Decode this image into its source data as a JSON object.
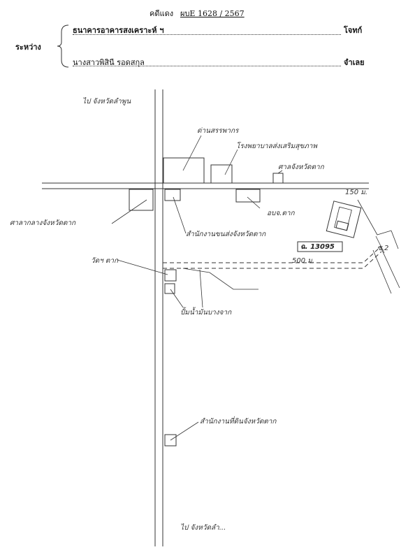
{
  "header": {
    "case_prefix": "คดีแดง",
    "case_number": "ผบE 1628 / 2567",
    "between_label": "ระหว่าง",
    "plaintiff_name": "ธนาคารอาคารสงเคราะห์ ฯ",
    "plaintiff_role": "โจทก์",
    "defendant_name": "นางสาวพิสินี รอดสกุล",
    "defendant_role": "จำเลย"
  },
  "map": {
    "label_to_upper": "ไป จังหวัดลำพูน",
    "label_to_lower": "ไป จังหวัดลำ...",
    "landmark_top_right_1": "ด่านสรรพากร",
    "landmark_hospital": "โรงพยาบาลส่งเสริมสุขภาพ",
    "landmark_municipal": "ศาลจังหวัดตาก",
    "landmark_left_hall": "ศาลากลางจังหวัดตาก",
    "landmark_district": "อบจ.ตาก",
    "landmark_office": "สำนักงานขนส่งจังหวัดตาก",
    "parcel_label": "ฉ. 13095",
    "distance_label": "500 ม.",
    "distance_top": "150 ม.",
    "road_tag": "ซ.2",
    "landmark_temple": "วัดฯ ตาก",
    "landmark_water": "ปั้มน้ำมันบางจาก",
    "landmark_lower_office": "สำนักงานที่ดินจังหวัดตาก"
  },
  "colors": {
    "highlight": "#f4ef4c",
    "ink": "#333333"
  }
}
